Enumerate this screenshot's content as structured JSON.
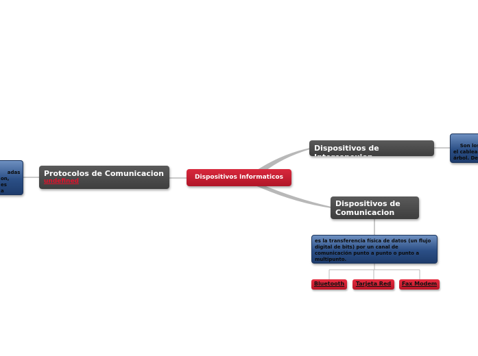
{
  "central": {
    "label": "Dispositivos Informaticos"
  },
  "protocolos": {
    "title": "Protocolos de Comunicacion",
    "sub": "undefined"
  },
  "protocolos_note": {
    "text": "adas\non,\nes\na\nn."
  },
  "interconexion": {
    "title": "Dispositivos de Interconexion"
  },
  "interconexion_note": {
    "text": "Son los d\nel cablea\nárbol. De\nse conec"
  },
  "comunicacion": {
    "title": "Dispositivos de Comunicacion"
  },
  "comunicacion_note": {
    "text": "es la transferencia física de datos (un flujo digital de bits) por un canal de comunicación punto a punto o punto a multipunto."
  },
  "devices": [
    {
      "label": "Bluetooth"
    },
    {
      "label": "Tarjeta Red"
    },
    {
      "label": "Fax Modem"
    }
  ],
  "colors": {
    "connector": "#b8b8b8",
    "accent_red": "#c41e30",
    "dark_node": "#4a4a4a",
    "blue_note": "#3a5f97"
  }
}
